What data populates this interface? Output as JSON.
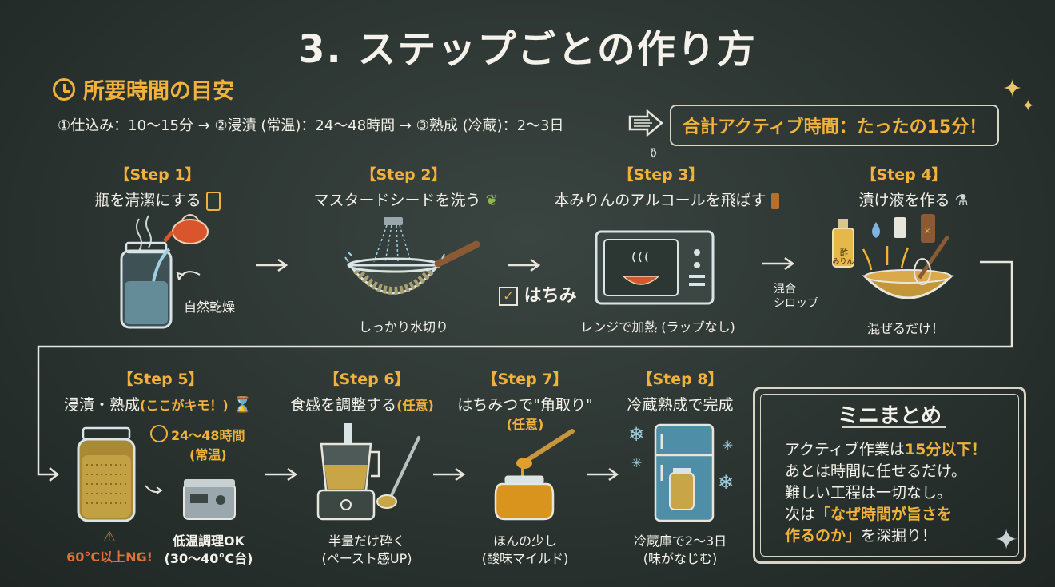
{
  "title": "3. ステップごとの作り方",
  "time_section": {
    "heading": "所要時間の目安",
    "flow": "①仕込み：10〜15分 → ②浸漬 (常温)：24〜48時間 → ③熟成 (冷蔵)：2〜3日",
    "total": "合計アクティブ時間：たったの15分！"
  },
  "steps": [
    {
      "label": "【Step 1】",
      "title": "瓶を清潔にする",
      "notes": [
        "自然乾燥"
      ]
    },
    {
      "label": "【Step 2】",
      "title": "マスタードシードを洗う",
      "notes": [
        "しっかり水切り"
      ]
    },
    {
      "label": "【Step 3】",
      "title": "本みりんのアルコールを飛ばす",
      "notes": [
        "はちみ",
        "レンジで加熱 (ラップなし)"
      ]
    },
    {
      "label": "【Step 4】",
      "title": "漬け液を作る",
      "notes": [
        "混合",
        "シロップ",
        "混ぜるだけ！",
        "酢",
        "みりん"
      ]
    },
    {
      "label": "【Step 5】",
      "title": "浸漬・熟成",
      "title_extra": "(ここがキモ！)",
      "notes": [
        "24〜48時間",
        "(常温)",
        "60°C以上NG!",
        "低温調理OK",
        "(30〜40°C台)"
      ]
    },
    {
      "label": "【Step 6】",
      "title": "食感を調整する",
      "title_extra": "(任意)",
      "notes": [
        "半量だけ砕く",
        "(ペースト感UP)"
      ]
    },
    {
      "label": "【Step 7】",
      "title": "はちみつで\"角取り\"",
      "title_extra": "(任意)",
      "notes": [
        "ほんの少し",
        "(酸味マイルド)"
      ]
    },
    {
      "label": "【Step 8】",
      "title": "冷蔵熟成で完成",
      "notes": [
        "冷蔵庫で2〜3日",
        "(味がなじむ)"
      ]
    }
  ],
  "summary": {
    "title": "ミニまとめ",
    "line1_a": "アクティブ作業は",
    "line1_b": "15分以下！",
    "line2": "あとは時間に任せるだけ。",
    "line3": "難しい工程は一切なし。",
    "line4_a": "次は",
    "line4_b": "「なぜ時間が旨さを",
    "line5_a": "作るのか」",
    "line5_b": "を深掘り！"
  },
  "colors": {
    "accent": "#f0b23a",
    "board": "#2b3431",
    "chalk": "#f4f2ea",
    "warning": "#e0703a"
  }
}
